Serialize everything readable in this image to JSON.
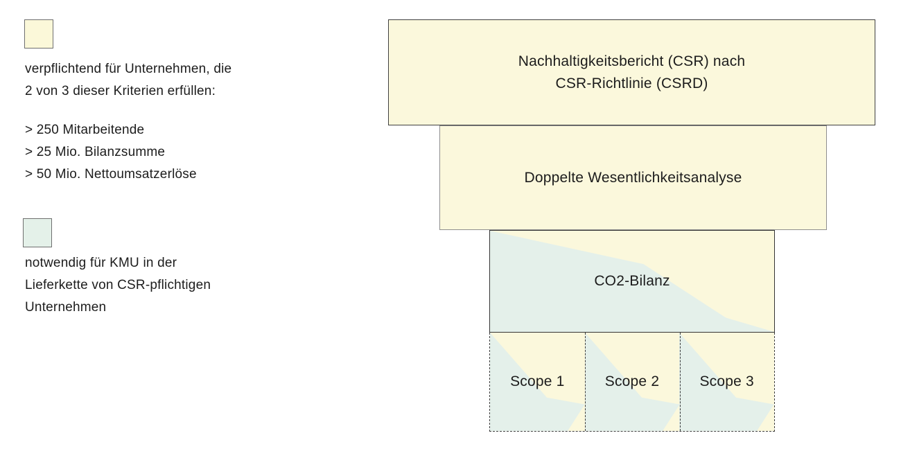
{
  "colors": {
    "cream": "#fbf8dc",
    "mint": "#e4f0ea",
    "legend_cream": "#fbf8d9",
    "legend_mint": "#e4f1e9",
    "border_dark": "#3f3f3f",
    "border_gray": "#8e8e8e"
  },
  "legend": {
    "mandatory": {
      "swatch_color_name": "cream",
      "intro_line1": "verpflichtend für Unternehmen, die",
      "intro_line2": "2 von 3 dieser Kriterien erfüllen:",
      "criteria": [
        "> 250 Mitarbeitende",
        "> 25 Mio. Bilanzsumme",
        "> 50 Mio. Nettoumsatzerlöse"
      ]
    },
    "necessary": {
      "swatch_color_name": "mint",
      "line1": "notwendig für KMU in der",
      "line2": "Lieferkette von CSR-pflichtigen",
      "line3": "Unternehmen"
    }
  },
  "pyramid": {
    "level1": {
      "line1": "Nachhaltigkeitsbericht (CSR) nach",
      "line2": "CSR-Richtlinie (CSRD)"
    },
    "level2": {
      "label": "Doppelte Wesentlichkeitsanalyse"
    },
    "level3": {
      "label": "CO2-Bilanz"
    },
    "scopes": [
      {
        "label": "Scope 1"
      },
      {
        "label": "Scope 2"
      },
      {
        "label": "Scope 3"
      }
    ]
  }
}
